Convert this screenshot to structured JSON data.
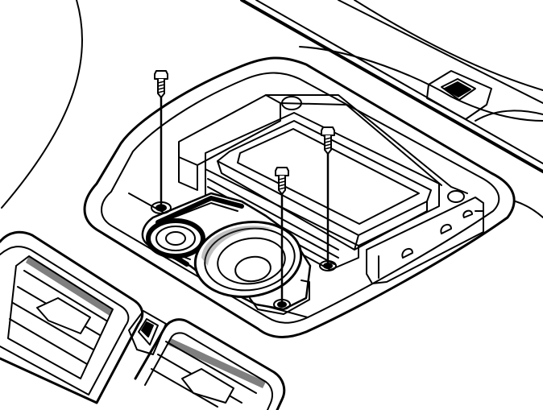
{
  "diagram": {
    "background": "#ffffff",
    "line_color": "#000000",
    "shade_color": "#4a4a4a",
    "screw_count": 3,
    "parts": [
      "dashboard",
      "mounting-recess",
      "amplifier-unit",
      "speaker-bracket",
      "speaker",
      "tweeter",
      "air-vent-left",
      "air-vent-right",
      "screw"
    ]
  }
}
